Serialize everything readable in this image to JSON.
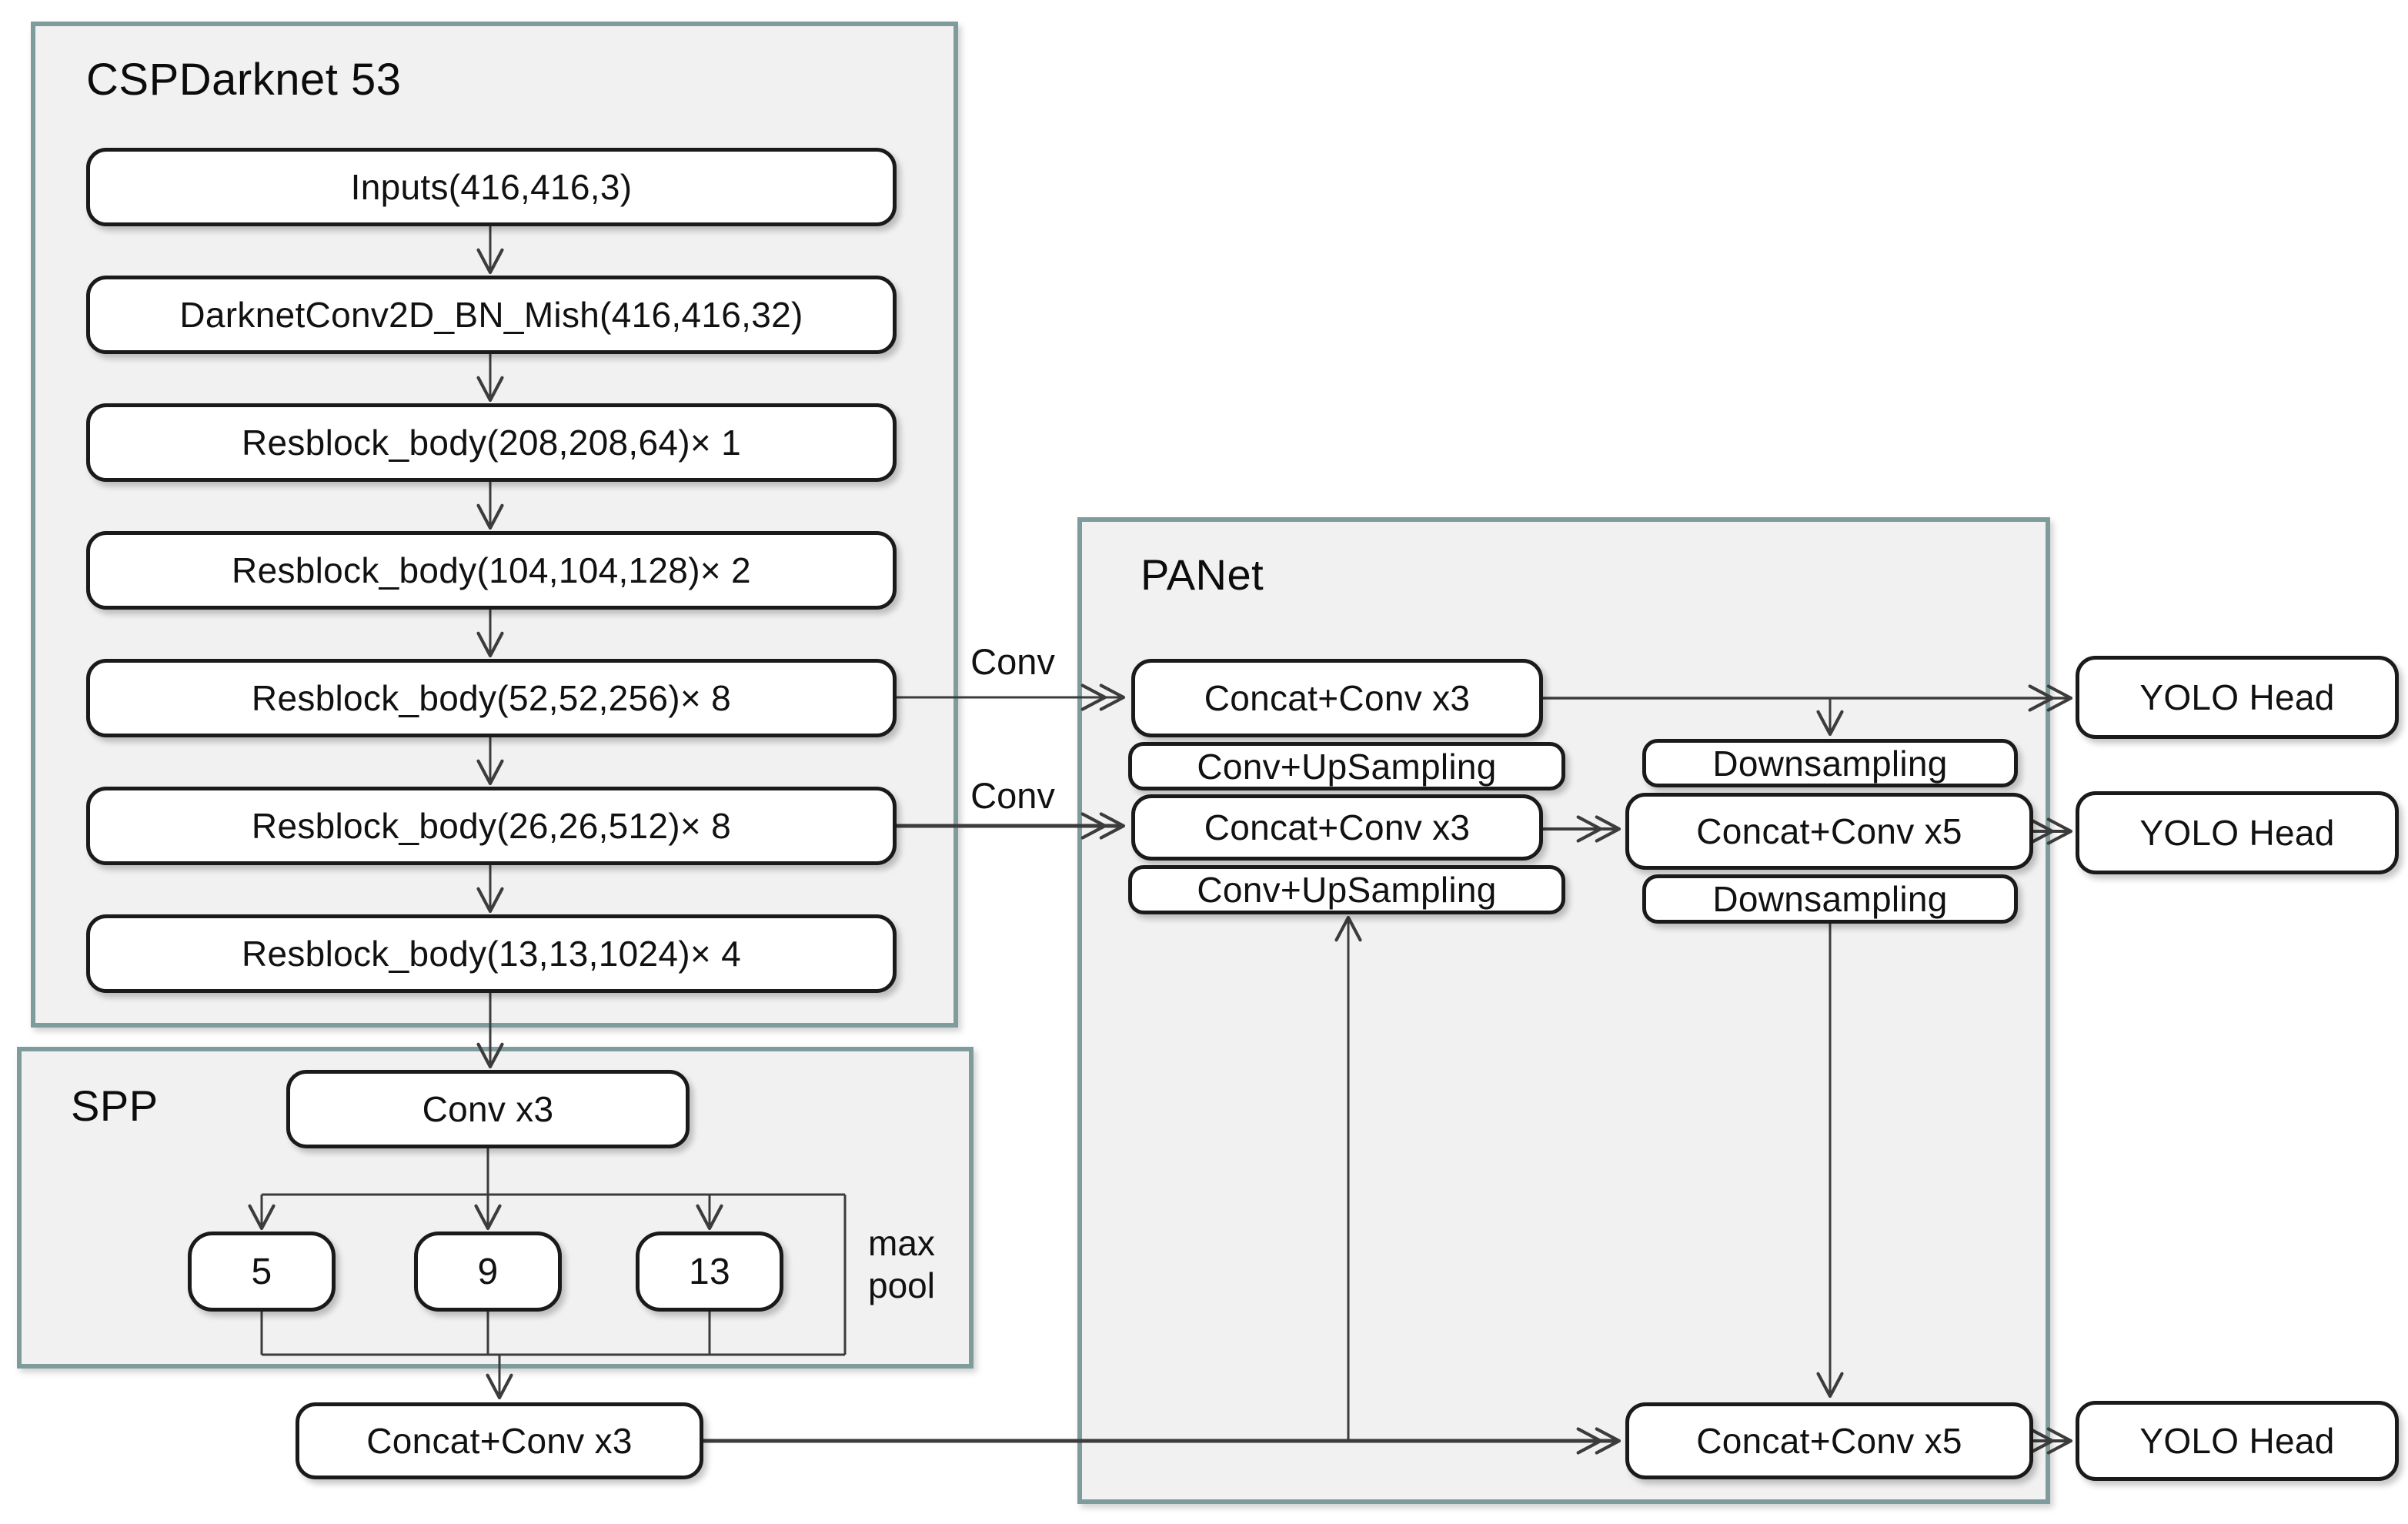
{
  "backbone": {
    "title": "CSPDarknet 53",
    "blocks": [
      "Inputs(416,416,3)",
      "DarknetConv2D_BN_Mish(416,416,32)",
      "Resblock_body(208,208,64)× 1",
      "Resblock_body(104,104,128)× 2",
      "Resblock_body(52,52,256)× 8",
      "Resblock_body(26,26,512)× 8",
      "Resblock_body(13,13,1024)× 4"
    ]
  },
  "spp": {
    "title": "SPP",
    "conv_block": "Conv x3",
    "pools": [
      "5",
      "9",
      "13"
    ],
    "pool_annotation": [
      "max",
      "pool"
    ],
    "output_block": "Concat+Conv x3"
  },
  "panet": {
    "title": "PANet",
    "left_column": [
      "Concat+Conv x3",
      "Conv+UpSampling",
      "Concat+Conv x3",
      "Conv+UpSampling"
    ],
    "right_column": [
      "Downsampling",
      "Concat+Conv x5",
      "Downsampling"
    ],
    "bottom_block": "Concat+Conv x5"
  },
  "heads": {
    "top": "YOLO Head",
    "middle": "YOLO Head",
    "bottom": "YOLO Head"
  },
  "edge_labels": {
    "conv_upper": "Conv",
    "conv_lower": "Conv"
  },
  "colors": {
    "panel_border": "#7e9c9c",
    "panel_fill": "#f1f1f1",
    "box_border": "#1a1a1a",
    "box_fill": "#ffffff",
    "wire": "#3c3c3c",
    "text": "#111111"
  }
}
